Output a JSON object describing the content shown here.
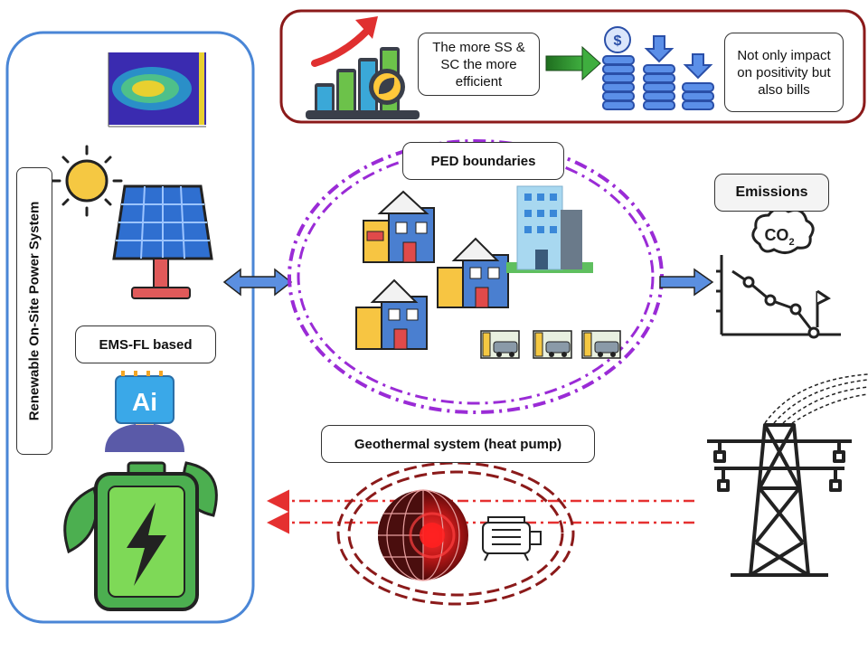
{
  "boxes": {
    "ss_sc": "The more SS & SC the more efficient",
    "bills": "Not only impact on positivity but also bills",
    "ped": "PED boundaries",
    "emissions": "Emissions",
    "ems": "EMS-FL based",
    "geothermal": "Geothermal system (heat pump)",
    "renewable": "Renewable On-Site Power System"
  },
  "icons": {
    "co2": "CO",
    "co2_sub": "2",
    "ai": "Ai",
    "coin": "$"
  },
  "colors": {
    "left_panel_border": "#4a86d6",
    "top_panel_border": "#8b1a1a",
    "ped_boundary": "#9a2bd6",
    "geo_boundary": "#8b1a1a",
    "grid_line": "#e53030",
    "arrow_blue": "#5b8fe0",
    "arrow_green": "#2e8b2e"
  }
}
